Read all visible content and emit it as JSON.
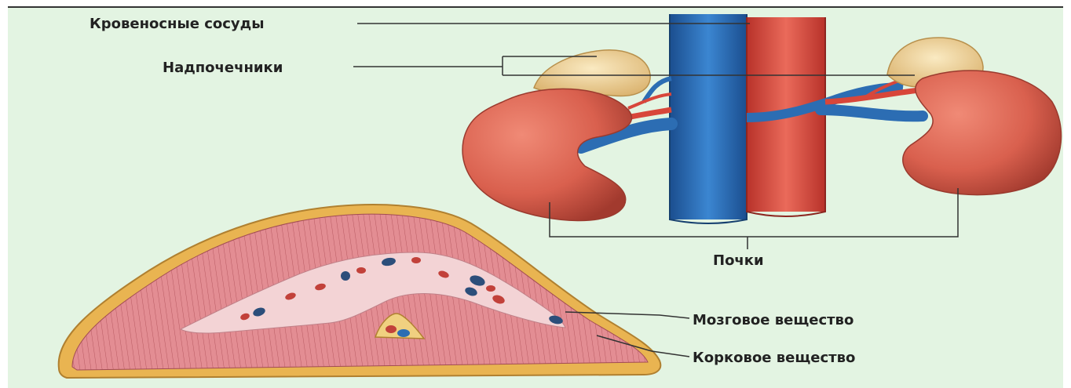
{
  "labels": {
    "blood_vessels": "Кровеносные сосуды",
    "adrenal_glands": "Надпочечники",
    "kidneys": "Почки",
    "medulla": "Мозговое вещество",
    "cortex": "Корковое вещество"
  },
  "colors": {
    "background": "#e3f4e2",
    "kidney": "#d9604e",
    "adrenal": "#efcf92",
    "vein": "#2c6db3",
    "artery": "#d8463a",
    "cortex_fill": "#e08f94",
    "medulla_fill": "#f3d3d5",
    "capsule": "#e9b451"
  }
}
